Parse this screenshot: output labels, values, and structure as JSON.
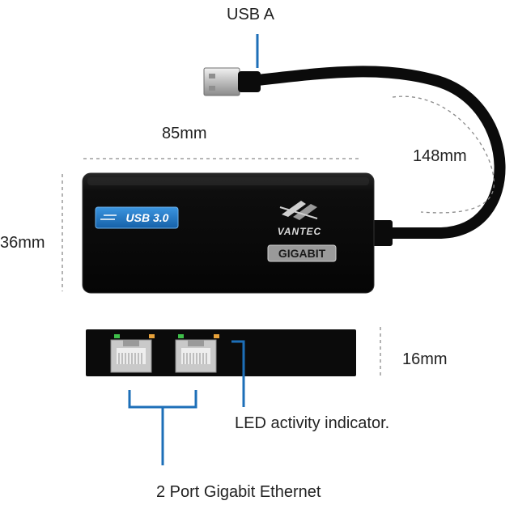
{
  "labels": {
    "usb_a": "USB A",
    "width": "85mm",
    "cable_length": "148mm",
    "height": "36mm",
    "depth": "16mm",
    "led": "LED activity indicator.",
    "ethernet": "2 Port Gigabit Ethernet"
  },
  "device": {
    "badge_text": "USB 3.0",
    "brand": "VANTEC",
    "gigabit": "GIGABIT"
  },
  "colors": {
    "accent_blue": "#1d6fb8",
    "body_black": "#0b0b0b",
    "badge_blue": "#1a78c9",
    "led_green": "#3fbf4a",
    "led_orange": "#e8a23a"
  }
}
